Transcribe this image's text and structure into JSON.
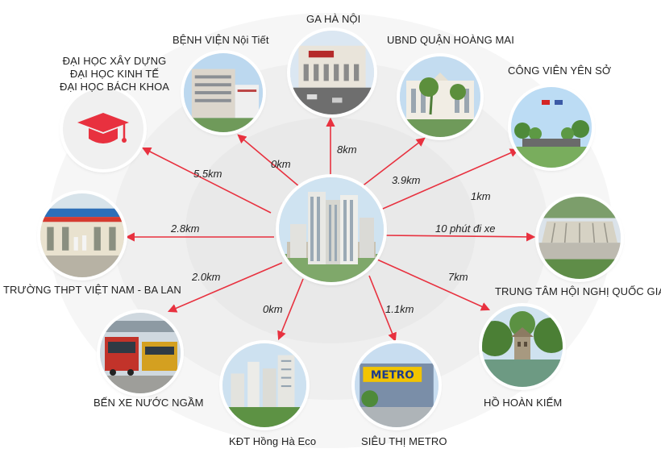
{
  "accent_color": "#e8313f",
  "center": {
    "name": "project-building"
  },
  "locations": [
    {
      "id": "universities",
      "label_lines": [
        "ĐẠI HỌC XÂY DỰNG",
        "ĐẠI HỌC KINH TẾ",
        "ĐẠI HỌC BÁCH KHOA"
      ],
      "distance": "5.5km",
      "icon": "graduation-cap-icon"
    },
    {
      "id": "endocrine-hospital",
      "label_lines": [
        "BỆNH VIỆN Nội Tiết"
      ],
      "distance": "0km",
      "icon": "hospital-photo"
    },
    {
      "id": "hanoi-station",
      "label_lines": [
        "GA HÀ NỘI"
      ],
      "distance": "8km",
      "icon": "station-photo"
    },
    {
      "id": "hoang-mai-committee",
      "label_lines": [
        "UBND QUẬN HOÀNG MAI"
      ],
      "distance": "3.9km",
      "icon": "government-building-photo"
    },
    {
      "id": "yen-so-park",
      "label_lines": [
        "CÔNG VIÊN YÊN SỞ"
      ],
      "distance": "1km",
      "icon": "park-photo"
    },
    {
      "id": "national-convention-center",
      "label_lines": [
        "TRUNG TÂM HỘI NGHỊ QUỐC GIA"
      ],
      "distance": "10 phút đi xe",
      "icon": "convention-center-photo"
    },
    {
      "id": "hoan-kiem-lake",
      "label_lines": [
        "HỒ HOÀN KIẾM"
      ],
      "distance": "7km",
      "icon": "turtle-tower-photo"
    },
    {
      "id": "metro-supermarket",
      "label_lines": [
        "SIÊU THỊ METRO"
      ],
      "distance": "1.1km",
      "icon": "metro-store-photo",
      "sign_text": "METRO"
    },
    {
      "id": "hong-ha-eco",
      "label_lines": [
        "KĐT Hồng Hà Eco"
      ],
      "distance": "0km",
      "icon": "urban-area-photo"
    },
    {
      "id": "nuoc-ngam-bus-station",
      "label_lines": [
        "BẾN XE NƯỚC NGẦM"
      ],
      "distance": "2.0km",
      "icon": "bus-station-photo"
    },
    {
      "id": "vietnam-poland-school",
      "label_lines": [
        "TRƯỜNG THPT VIỆT NAM - BA LAN"
      ],
      "distance": "2.8km",
      "icon": "school-photo"
    }
  ]
}
